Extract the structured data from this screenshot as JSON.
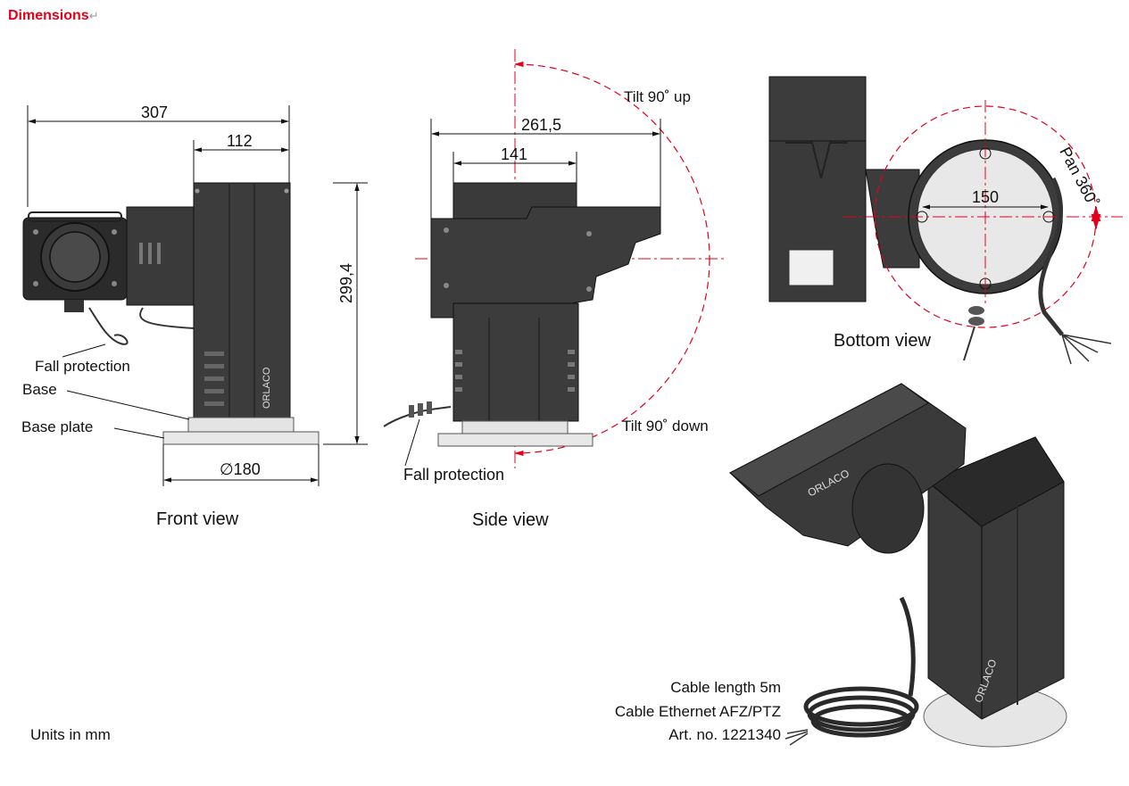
{
  "heading": "Dimensions",
  "para_mark": "↵",
  "front_view": {
    "caption": "Front view",
    "dim_overall_width": "307",
    "dim_mount_width": "112",
    "dim_height": "299,4",
    "dim_base_diameter": "∅180",
    "label_fall_protection": "Fall protection",
    "label_base": "Base",
    "label_base_plate": "Base plate"
  },
  "side_view": {
    "caption": "Side view",
    "dim_hood_length": "261,5",
    "dim_body_width": "141",
    "label_tilt_up": "Tilt 90˚ up",
    "label_tilt_down": "Tilt 90˚ down",
    "label_fall_protection": "Fall protection"
  },
  "bottom_view": {
    "caption": "Bottom view",
    "dim_hole_spacing": "150",
    "label_pan": "Pan 360˚"
  },
  "product": {
    "cable_length": "Cable length 5m",
    "cable_type": "Cable Ethernet AFZ/PTZ",
    "art_no": "Art. no. 1221340",
    "logo_text": "ORLACO"
  },
  "units_note": "Units in mm",
  "colors": {
    "heading_red": "#e3001b",
    "body_dark": "#3d3d3d",
    "dim_line": "#111111",
    "center_line": "#e3001b"
  }
}
